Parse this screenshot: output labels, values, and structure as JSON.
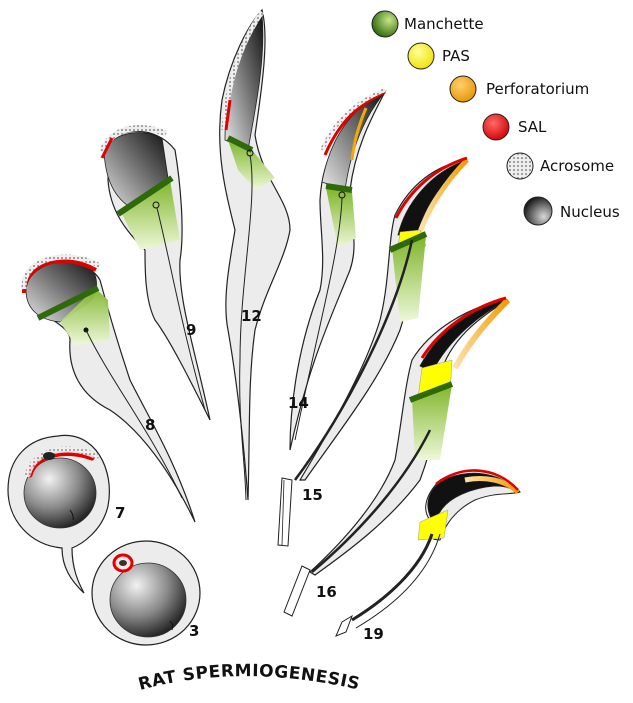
{
  "title": "RAT SPERMIOGENESIS",
  "legend": [
    {
      "label": "Manchette",
      "icon": "manchette-swatch",
      "color": "#4e8a1a"
    },
    {
      "label": "PAS",
      "icon": "pas-swatch",
      "color": "#ffff00"
    },
    {
      "label": "Perforatorium",
      "icon": "perforatorium-swatch",
      "color": "#f5a800"
    },
    {
      "label": "SAL",
      "icon": "sal-swatch",
      "color": "#e00000"
    },
    {
      "label": "Acrosome",
      "icon": "acrosome-swatch",
      "color": "#d0d0d0"
    },
    {
      "label": "Nucleus",
      "icon": "nucleus-swatch",
      "color": "#1a1a1a"
    }
  ],
  "stages": {
    "s3": "3",
    "s7": "7",
    "s8": "8",
    "s9": "9",
    "s12": "12",
    "s14": "14",
    "s15": "15",
    "s16": "16",
    "s19": "19"
  }
}
